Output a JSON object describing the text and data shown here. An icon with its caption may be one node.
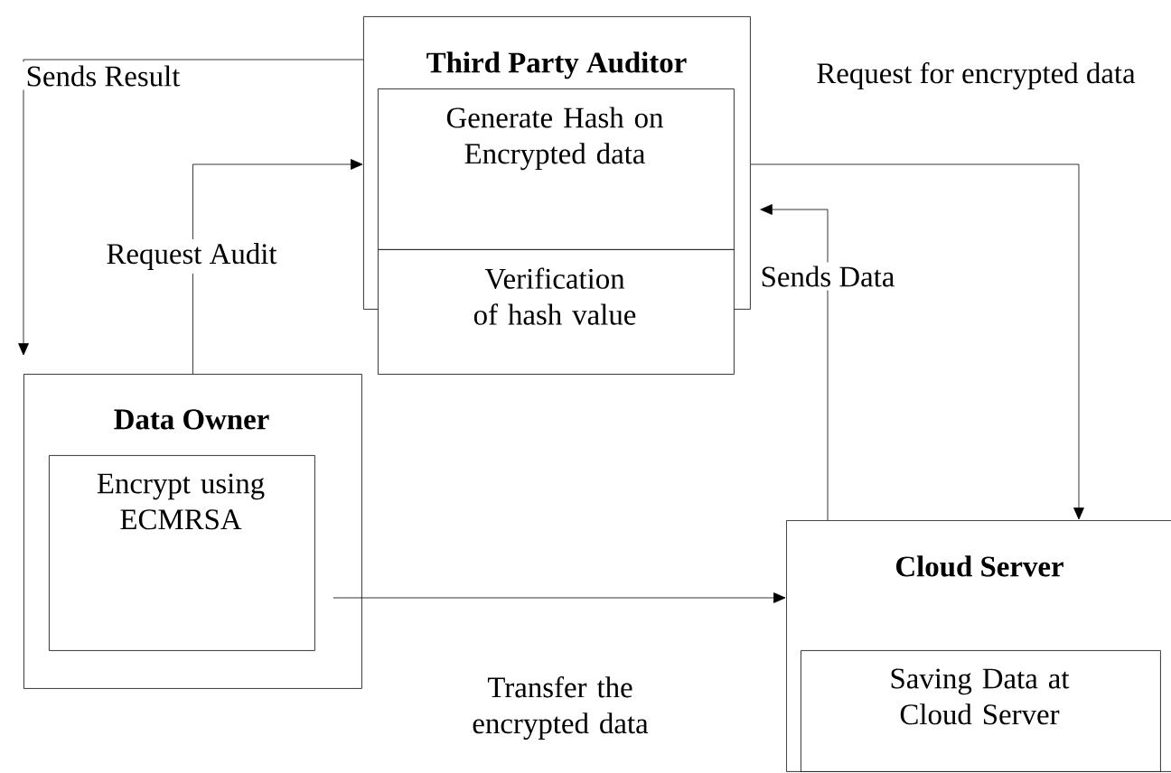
{
  "diagram": {
    "nodes": [
      {
        "text": [
          "Third Party Auditor"
        ]
      },
      {
        "text": [
          "Generate Hash on Encrypted data"
        ],
        "in": 0
      },
      {
        "text": [
          "Verification of hash value"
        ]
      },
      {
        "text": [
          "Data Owner"
        ]
      },
      {
        "text": [
          "Encrypt using ECMRSA"
        ],
        "in": 3
      },
      {
        "text": [
          "Cloud Server"
        ]
      },
      {
        "text": [
          "Saving Data at Cloud Server"
        ],
        "in": 5
      }
    ],
    "edges": [
      {
        "from": 0,
        "to": 3,
        "arrow": "to",
        "label": "Sends Result"
      },
      {
        "from": 3,
        "to": 0,
        "arrow": "to",
        "label": "Request Audit"
      },
      {
        "from": 4,
        "to": 5,
        "arrow": "to",
        "label": "Transfer the encrypted data"
      },
      {
        "from": 0,
        "to": 5,
        "arrow": "to",
        "label": "Request for encrypted data"
      },
      {
        "from": 5,
        "to": 0,
        "arrow": "to",
        "label": "Sends Data"
      }
    ]
  }
}
